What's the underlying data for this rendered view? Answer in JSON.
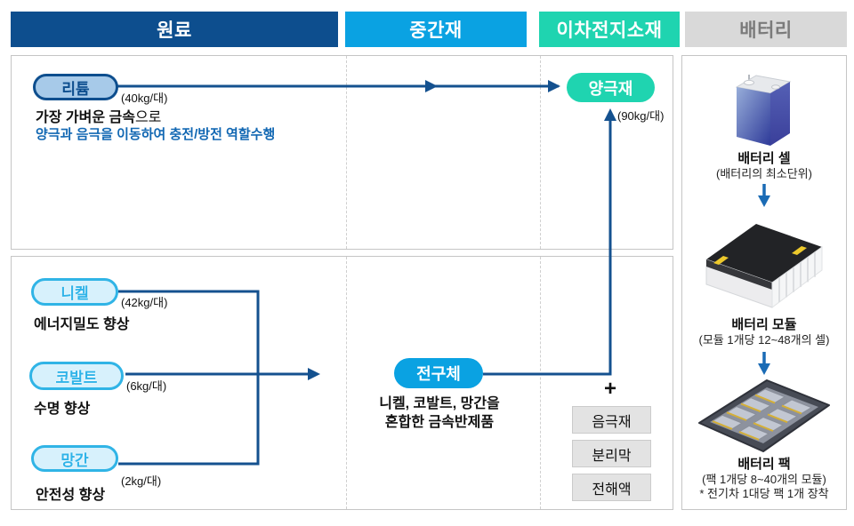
{
  "header": {
    "columns": [
      {
        "label": "원료"
      },
      {
        "label": "중간재"
      },
      {
        "label": "이차전지소재"
      },
      {
        "label": "배터리"
      }
    ]
  },
  "materials": {
    "lithium": {
      "label": "리튬",
      "amount": "(40kg/대)",
      "desc_bold": "가장 가벼운 금속",
      "desc_rest": "으로",
      "desc_blue": "양극과 음극을 이동하여 충전/방전 역할수행"
    },
    "nickel": {
      "label": "니켈",
      "amount": "(42kg/대)",
      "desc": "에너지밀도 향상"
    },
    "cobalt": {
      "label": "코발트",
      "amount": "(6kg/대)",
      "desc": "수명 향상"
    },
    "manganese": {
      "label": "망간",
      "amount": "(2kg/대)",
      "desc": "안전성 향상"
    }
  },
  "intermediate": {
    "precursor": {
      "label": "전구체",
      "desc_line1": "니켈, 코발트, 망간을",
      "desc_line2": "혼합한 금속반제품"
    }
  },
  "battery_materials": {
    "cathode": {
      "label": "양극재",
      "amount": "(90kg/대)"
    },
    "plus": "+",
    "others": [
      {
        "label": "음극재"
      },
      {
        "label": "분리막"
      },
      {
        "label": "전해액"
      }
    ]
  },
  "battery_column": {
    "cell": {
      "title": "배터리 셀",
      "caption": "(배터리의 최소단위)"
    },
    "module": {
      "title": "배터리 모듈",
      "caption": "(모듈 1개당 12~48개의 셀)"
    },
    "pack": {
      "title": "배터리 팩",
      "caption": "(팩 1개당 8~40개의 모듈)",
      "note": "* 전기차 1대당 팩 1개 장착"
    }
  },
  "colors": {
    "navy": "#0d4e8e",
    "sky_blue": "#0aa2e2",
    "mint": "#1fd4b0",
    "header_gray_bg": "#d9d9d9",
    "header_gray_text": "#7b7b7b",
    "connector_line": "#14518f",
    "blue_text": "#1268b3",
    "cyan_pill": "#2fb3e8",
    "lithium_pill_fill": "#a7cae9",
    "cyan_pill_fill": "#d7f1fc",
    "gray_box_fill": "#e3e3e3"
  }
}
